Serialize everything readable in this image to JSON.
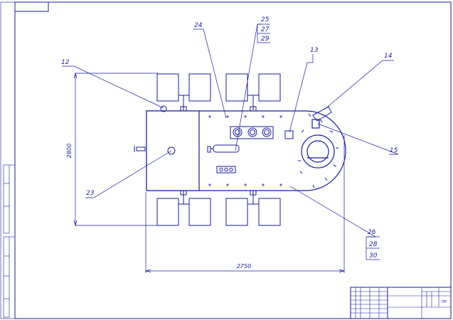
{
  "colors": {
    "line": "#1a1aa6",
    "background": "#ffffff"
  },
  "callouts": {
    "c12": "12",
    "c13": "13",
    "c14": "14",
    "c15": "15",
    "c23": "23",
    "c24": "24",
    "c25": "25",
    "c27": "27",
    "c29": "29",
    "c26": "26",
    "c28": "28",
    "c30": "30"
  },
  "dimensions": {
    "width": "2750",
    "height": "2800"
  },
  "title_block": {
    "sheet_mark": "ПР"
  }
}
